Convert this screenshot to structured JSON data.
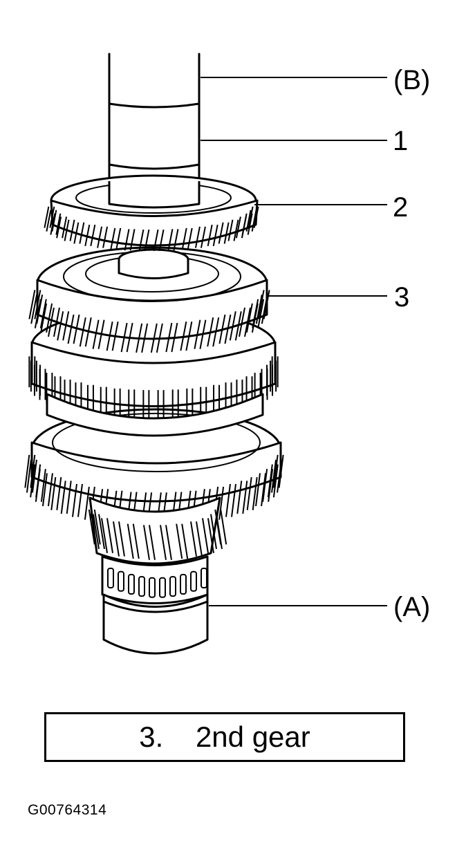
{
  "callouts": {
    "b": "(B)",
    "one": "1",
    "two": "2",
    "three": "3",
    "a": "(A)"
  },
  "caption": {
    "number": "3.",
    "text": "2nd gear"
  },
  "figure_id": "G00764314",
  "colors": {
    "ink": "#000000",
    "paper": "#ffffff"
  }
}
